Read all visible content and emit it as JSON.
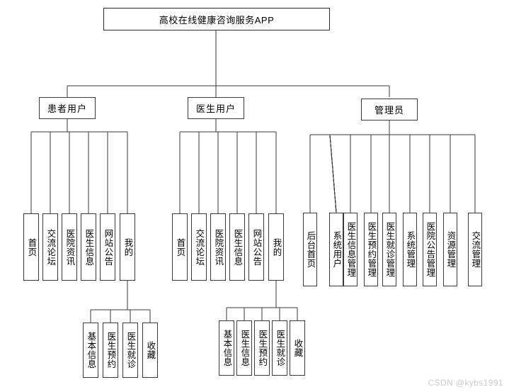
{
  "diagram": {
    "title": "高校在线健康咨询服务APP",
    "type": "tree-structure-chart",
    "root": {
      "label": "高校在线健康咨询服务APP"
    },
    "branches": [
      {
        "id": "patient",
        "label": "患者用户",
        "children": [
          {
            "label": "首页"
          },
          {
            "label": "交流论坛"
          },
          {
            "label": "医院资讯"
          },
          {
            "label": "医生信息"
          },
          {
            "label": "网站公告"
          },
          {
            "label": "我的",
            "children": [
              {
                "label": "基本信息"
              },
              {
                "label": "医生预约"
              },
              {
                "label": "医生就诊"
              },
              {
                "label": "收藏"
              }
            ]
          }
        ]
      },
      {
        "id": "doctor",
        "label": "医生用户",
        "children": [
          {
            "label": "首页"
          },
          {
            "label": "交流论坛"
          },
          {
            "label": "医院资讯"
          },
          {
            "label": "医生信息"
          },
          {
            "label": "网站公告"
          },
          {
            "label": "我的",
            "children": [
              {
                "label": "基本信息"
              },
              {
                "label": "医生信息"
              },
              {
                "label": "医生预约"
              },
              {
                "label": "医生就诊"
              },
              {
                "label": "收藏"
              }
            ]
          }
        ]
      },
      {
        "id": "admin",
        "label": "管理员",
        "children": [
          {
            "label": "后台首页"
          },
          {
            "label": "系统用户"
          },
          {
            "label": "医生信息管理"
          },
          {
            "label": "医生预约管理"
          },
          {
            "label": "医生就诊管理"
          },
          {
            "label": "系统管理"
          },
          {
            "label": "医院公告管理"
          },
          {
            "label": "资源管理"
          },
          {
            "label": "交流管理"
          }
        ]
      }
    ]
  },
  "watermark": {
    "text": "CSDN @kybs1991"
  },
  "colors": {
    "line": "#3a3a3a",
    "box_border": "#3a3a3a",
    "box_fill": "#ffffff",
    "text": "#000000",
    "watermark": "#c9c9c9",
    "background": "#ffffff"
  }
}
